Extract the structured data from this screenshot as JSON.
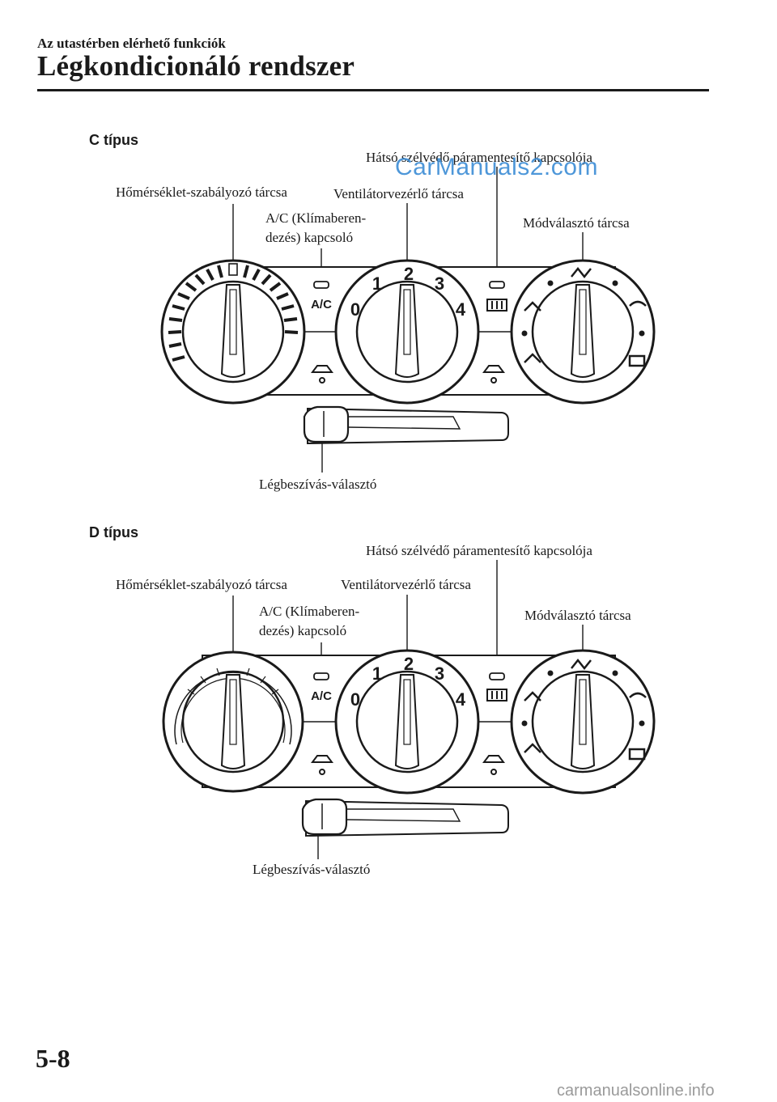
{
  "header": {
    "section": "Az utastérben elérhető funkciók",
    "title": "Légkondicionáló rendszer"
  },
  "figures": [
    {
      "type_label": "C típus",
      "labels": {
        "temp": "Hőmérséklet-szabályozó tárcsa",
        "ac_line1": "A/C (Klímaberen-",
        "ac_line2": "dezés) kapcsoló",
        "fan": "Ventilátorvezérlő tárcsa",
        "rear": "Hátsó szélvédő páramentesítő kapcsolója",
        "mode": "Módválasztó tárcsa",
        "intake": "Légbeszívás-választó"
      },
      "panel": {
        "ac_text": "A/C",
        "fan_speeds": [
          "0",
          "1",
          "2",
          "3",
          "4"
        ]
      }
    },
    {
      "type_label": "D típus",
      "labels": {
        "temp": "Hőmérséklet-szabályozó tárcsa",
        "ac_line1": "A/C (Klímaberen-",
        "ac_line2": "dezés) kapcsoló",
        "fan": "Ventilátorvezérlő tárcsa",
        "rear": "Hátsó szélvédő páramentesítő kapcsolója",
        "mode": "Módválasztó tárcsa",
        "intake": "Légbeszívás-választó"
      },
      "panel": {
        "ac_text": "A/C",
        "fan_speeds": [
          "0",
          "1",
          "2",
          "3",
          "4"
        ]
      }
    }
  ],
  "footer": {
    "page_number": "5-8",
    "watermark_top": "CarManuals2.com",
    "watermark_bottom": "carmanualsonline.info"
  }
}
